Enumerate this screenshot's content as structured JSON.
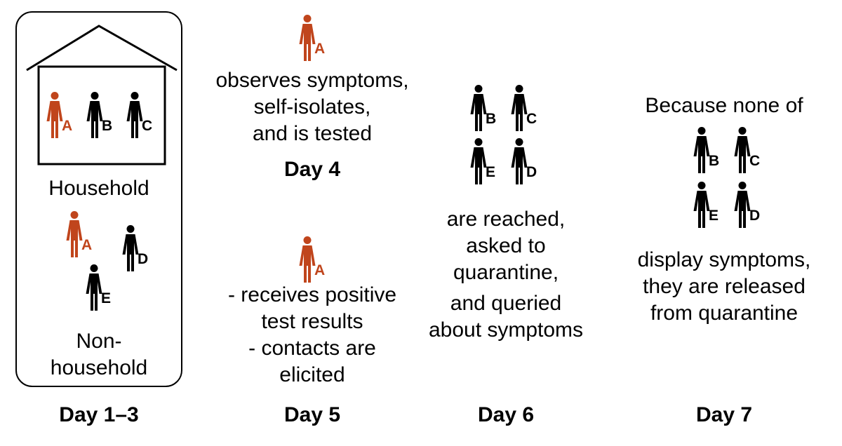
{
  "colors": {
    "highlight": "#c0451c",
    "default": "#000000"
  },
  "panel1": {
    "household_label": "Household",
    "nonhousehold_label_1": "Non-",
    "nonhousehold_label_2": "household",
    "day": "Day 1–3"
  },
  "panel2": {
    "text_top": [
      "observes symptoms,",
      "self-isolates,",
      "and is tested"
    ],
    "day_top": "Day 4",
    "text_bottom": [
      "- receives positive",
      "test results",
      "- contacts are",
      "elicited"
    ],
    "day": "Day 5"
  },
  "panel3": {
    "text": [
      "are reached,",
      "asked to",
      "quarantine,",
      "and queried",
      "about symptoms"
    ],
    "day": "Day 6"
  },
  "panel4": {
    "text_top": "Because none of",
    "text_bottom": [
      "display symptoms,",
      "they are released",
      "from quarantine"
    ],
    "day": "Day 7"
  },
  "figures": {
    "hh_a": "A",
    "hh_b": "B",
    "hh_c": "C",
    "nh_a": "A",
    "nh_d": "D",
    "nh_e": "E",
    "d4_a": "A",
    "d5_a": "A",
    "d6_b": "B",
    "d6_c": "C",
    "d6_e": "E",
    "d6_d": "D",
    "d7_b": "B",
    "d7_c": "C",
    "d7_e": "E",
    "d7_d": "D"
  }
}
